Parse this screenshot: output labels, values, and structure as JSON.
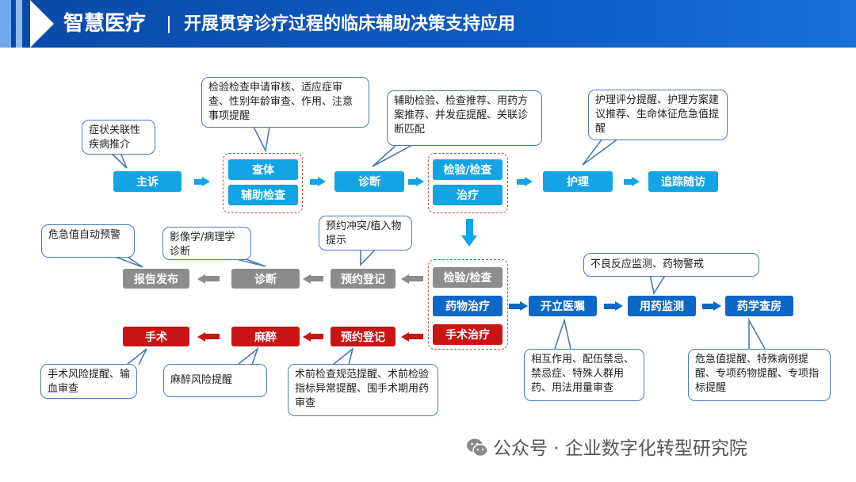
{
  "header": {
    "title": "智慧医疗",
    "separator": "|",
    "subtitle": "开展贯穿诊疗过程的临床辅助决策支持应用"
  },
  "row1": {
    "complaint": "主诉",
    "exam_physical": "查体",
    "exam_aux": "辅助检查",
    "diagnosis": "诊断",
    "inspection": "检验/检查",
    "treatment": "治疗",
    "nursing": "护理",
    "followup": "追踪随访"
  },
  "row2": {
    "report": "报告发布",
    "diagnosis": "诊断",
    "appointment": "预约登记",
    "inspection": "检验/检查",
    "drug_treatment": "药物治疗",
    "surgery_treatment": "手术治疗",
    "prescribe": "开立医嘱",
    "drug_monitor": "用药监测",
    "pharmacy_round": "药学查房"
  },
  "row3": {
    "surgery": "手术",
    "anesthesia": "麻醉",
    "appointment": "预约登记"
  },
  "callouts": {
    "complaint": "症状关联性疾病推介",
    "exam": "检验检查申请审核、适应症审查、性别年龄审查、作用、注意事项提醒",
    "diagnosis": "辅助检验、检查推荐、用药方案推荐、并发症提醒、关联诊断匹配",
    "nursing": "护理评分提醒、护理方案建议推荐、生命体征危急值提醒",
    "appointment": "预约冲突/植入物提示",
    "imaging": "影像学/病理学诊断",
    "critical": "危急值自动预警",
    "adverse": "不良反应监测、药物警戒",
    "interaction": "相互作用、配伍禁忌、禁忌症、特殊人群用药、用法用量审查",
    "pharmacy": "危急值提醒、特殊病例提醒、专项药物提醒、专项指标提醒",
    "surgery_risk": "手术风险提醒、输血审查",
    "anesthesia_risk": "麻醉风险提醒",
    "preop": "术前检查规范提醒、术前检验指标异常提醒、围手术期用药审查"
  },
  "watermark": "公众号 · 企业数字化转型研究院",
  "icons": {
    "wechat": "wechat-icon"
  },
  "colors": {
    "header_blue": "#0d5bc4",
    "light_blue": "#12a4e4",
    "dark_blue": "#0b68c6",
    "gray": "#8c8c8c",
    "red": "#c81414",
    "callout_border": "#4a7ab8",
    "dashed_border": "#c0504d"
  }
}
